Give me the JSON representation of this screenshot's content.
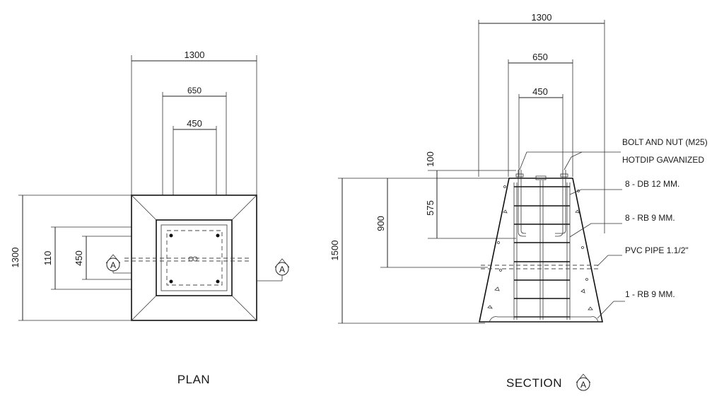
{
  "plan": {
    "dims": {
      "top_outer": "1300",
      "top_mid": "650",
      "top_inner": "450",
      "left_outer": "1300",
      "left_mid": "110",
      "left_inner": "450"
    },
    "section_marker": "A",
    "title": "PLAN"
  },
  "section": {
    "dims": {
      "top_outer": "1300",
      "top_mid": "650",
      "top_inner": "450",
      "projection": "100",
      "embed": "575",
      "mid_height": "900",
      "total_height": "1500"
    },
    "callouts": {
      "bolt_line1": "BOLT AND NUT (M25)",
      "bolt_line2": "HOTDIP GAVANIZED",
      "db12": "8 - DB 12 MM.",
      "rb9": "8 - RB 9 MM.",
      "pvc": "PVC PIPE 1.1/2\"",
      "rb9_single": "1 - RB 9 MM."
    },
    "title": "SECTION",
    "title_marker": "A"
  },
  "icons": {
    "section_marker": "section-cut-arrow-icon",
    "rebar": "rebar-circle-icon"
  }
}
